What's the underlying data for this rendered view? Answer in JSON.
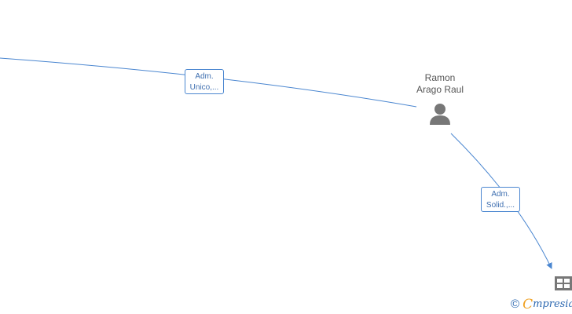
{
  "person": {
    "name_line1": "Ramon",
    "name_line2": "Arago Raul",
    "icon": "person-icon"
  },
  "edges": [
    {
      "line1": "Adm.",
      "line2": "Unico,..."
    },
    {
      "line1": "Adm.",
      "line2": "Solid.,..."
    }
  ],
  "company": {
    "icon": "company-building-icon"
  },
  "brand": {
    "copyright": "©",
    "e": "C",
    "rest": "mpresia"
  },
  "colors": {
    "edge": "#4a86d0",
    "label_text": "#3f6fb0",
    "node_gray": "#777777"
  }
}
